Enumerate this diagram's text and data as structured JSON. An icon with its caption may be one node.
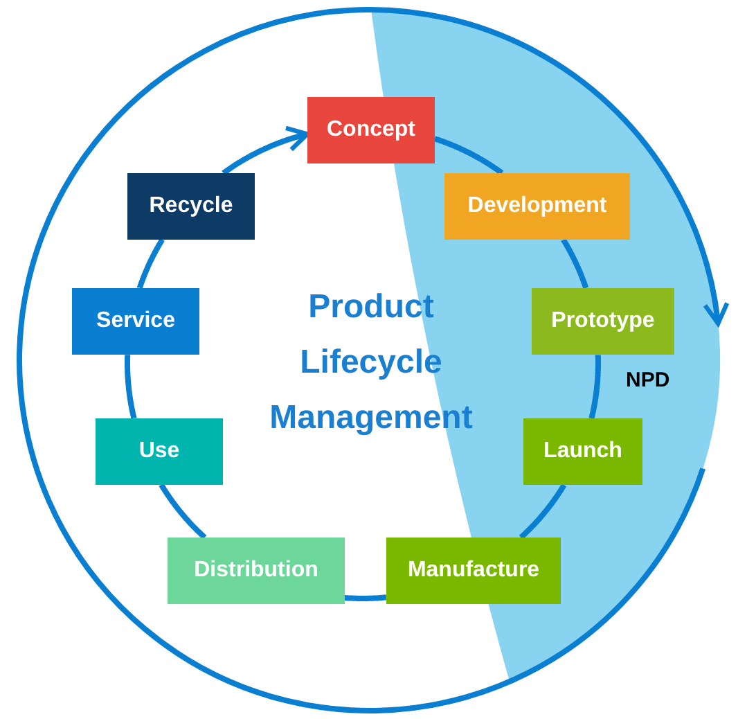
{
  "diagram": {
    "nodes": [
      {
        "text": [
          "Concept"
        ]
      },
      {
        "text": [
          "Development"
        ]
      },
      {
        "text": [
          "Prototype"
        ]
      },
      {
        "text": [
          "Launch"
        ]
      },
      {
        "text": [
          "Manufacture"
        ]
      },
      {
        "text": [
          "Distribution"
        ]
      },
      {
        "text": [
          "Use"
        ]
      },
      {
        "text": [
          "Service"
        ]
      },
      {
        "text": [
          "Recycle"
        ]
      }
    ],
    "edges": [
      {
        "from": 0,
        "to": 1,
        "arrow": "none"
      },
      {
        "from": 1,
        "to": 2,
        "arrow": "none"
      },
      {
        "from": 2,
        "to": 3,
        "arrow": "none"
      },
      {
        "from": 3,
        "to": 4,
        "arrow": "none"
      },
      {
        "from": 4,
        "to": 5,
        "arrow": "none"
      },
      {
        "from": 5,
        "to": 6,
        "arrow": "none"
      },
      {
        "from": 6,
        "to": 7,
        "arrow": "none"
      },
      {
        "from": 7,
        "to": 8,
        "arrow": "none"
      },
      {
        "from": 8,
        "to": 0,
        "arrow": "to"
      }
    ],
    "labels": [
      "Product Lifecycle Management",
      "NPD"
    ]
  }
}
